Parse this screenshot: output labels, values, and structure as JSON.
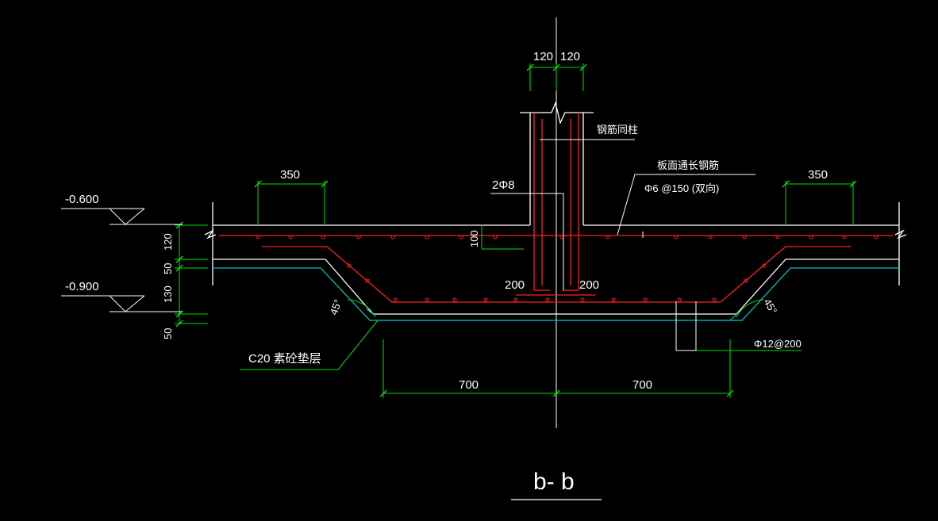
{
  "drawing": {
    "title": "b- b",
    "colors": {
      "background": "#000000",
      "concrete": "#ffffff",
      "rebar": "#ff2020",
      "dimension": "#00ff00",
      "centerline": "#ffffff",
      "cushion": "#00c8c8"
    },
    "elevations": {
      "top": "-0.600",
      "bottom": "-0.900"
    },
    "left_dims": [
      "120",
      "50",
      "130",
      "50"
    ],
    "column_dims": {
      "left": "120",
      "right": "120"
    },
    "top_dims": {
      "left": "350",
      "right": "350"
    },
    "bottom_dims": {
      "left": "700",
      "right": "700"
    },
    "inner_dims": {
      "left": "200",
      "right": "200",
      "vertical": "100"
    },
    "angles": {
      "left": "45°",
      "right": "45°"
    },
    "labels": {
      "column_rebar": "钢筋同柱",
      "top_rebar": "板面通长钢筋",
      "top_rebar_spec": "Φ6 @150 (双向)",
      "stirrup": "2Φ8",
      "bottom_rebar": "Φ12@200",
      "cushion": "C20 素砼垫层"
    }
  }
}
